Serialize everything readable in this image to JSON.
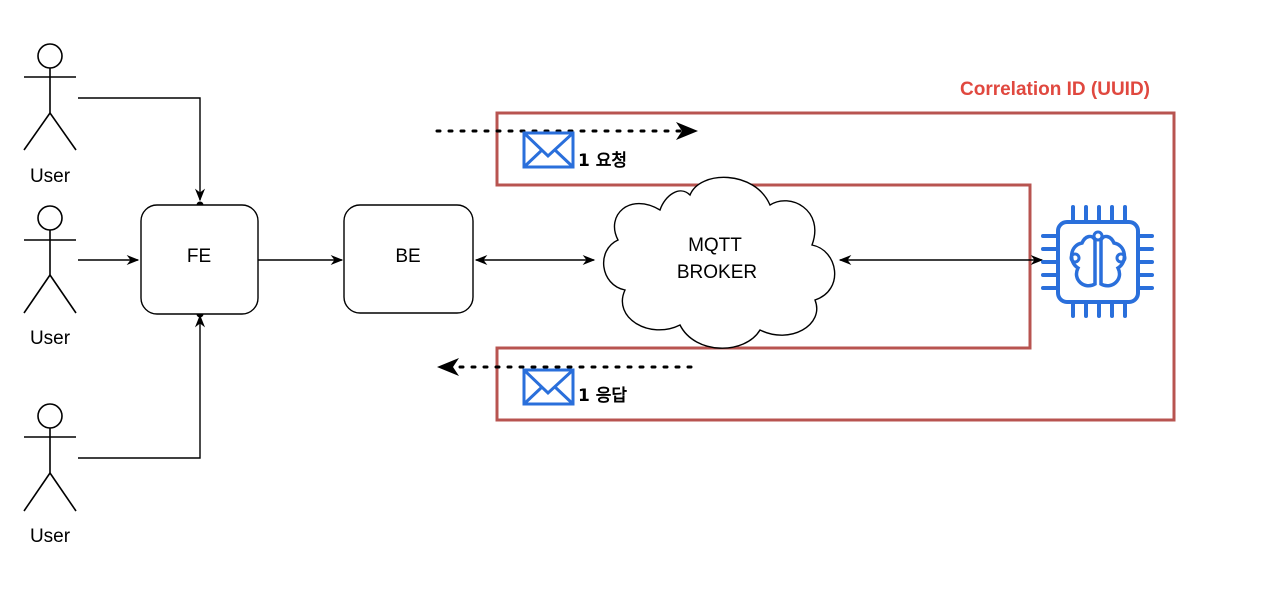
{
  "actors": [
    {
      "label": "User"
    },
    {
      "label": "User"
    },
    {
      "label": "User"
    }
  ],
  "nodes": {
    "fe": {
      "label": "FE"
    },
    "be": {
      "label": "BE"
    },
    "broker": {
      "line1": "MQTT",
      "line2": "BROKER"
    }
  },
  "correlation": {
    "label": "Correlation ID (UUID)",
    "color": "#e0483f",
    "border_color": "#b85450"
  },
  "messages": {
    "request": {
      "label": "1 요청"
    },
    "response": {
      "label": "1 응답"
    }
  },
  "colors": {
    "line": "#000000",
    "icon_blue": "#2a6fdb",
    "box_border": "#000000"
  },
  "icons": {
    "envelope": "envelope-icon",
    "chip": "ai-chip-icon",
    "actor": "stick-figure-icon"
  }
}
